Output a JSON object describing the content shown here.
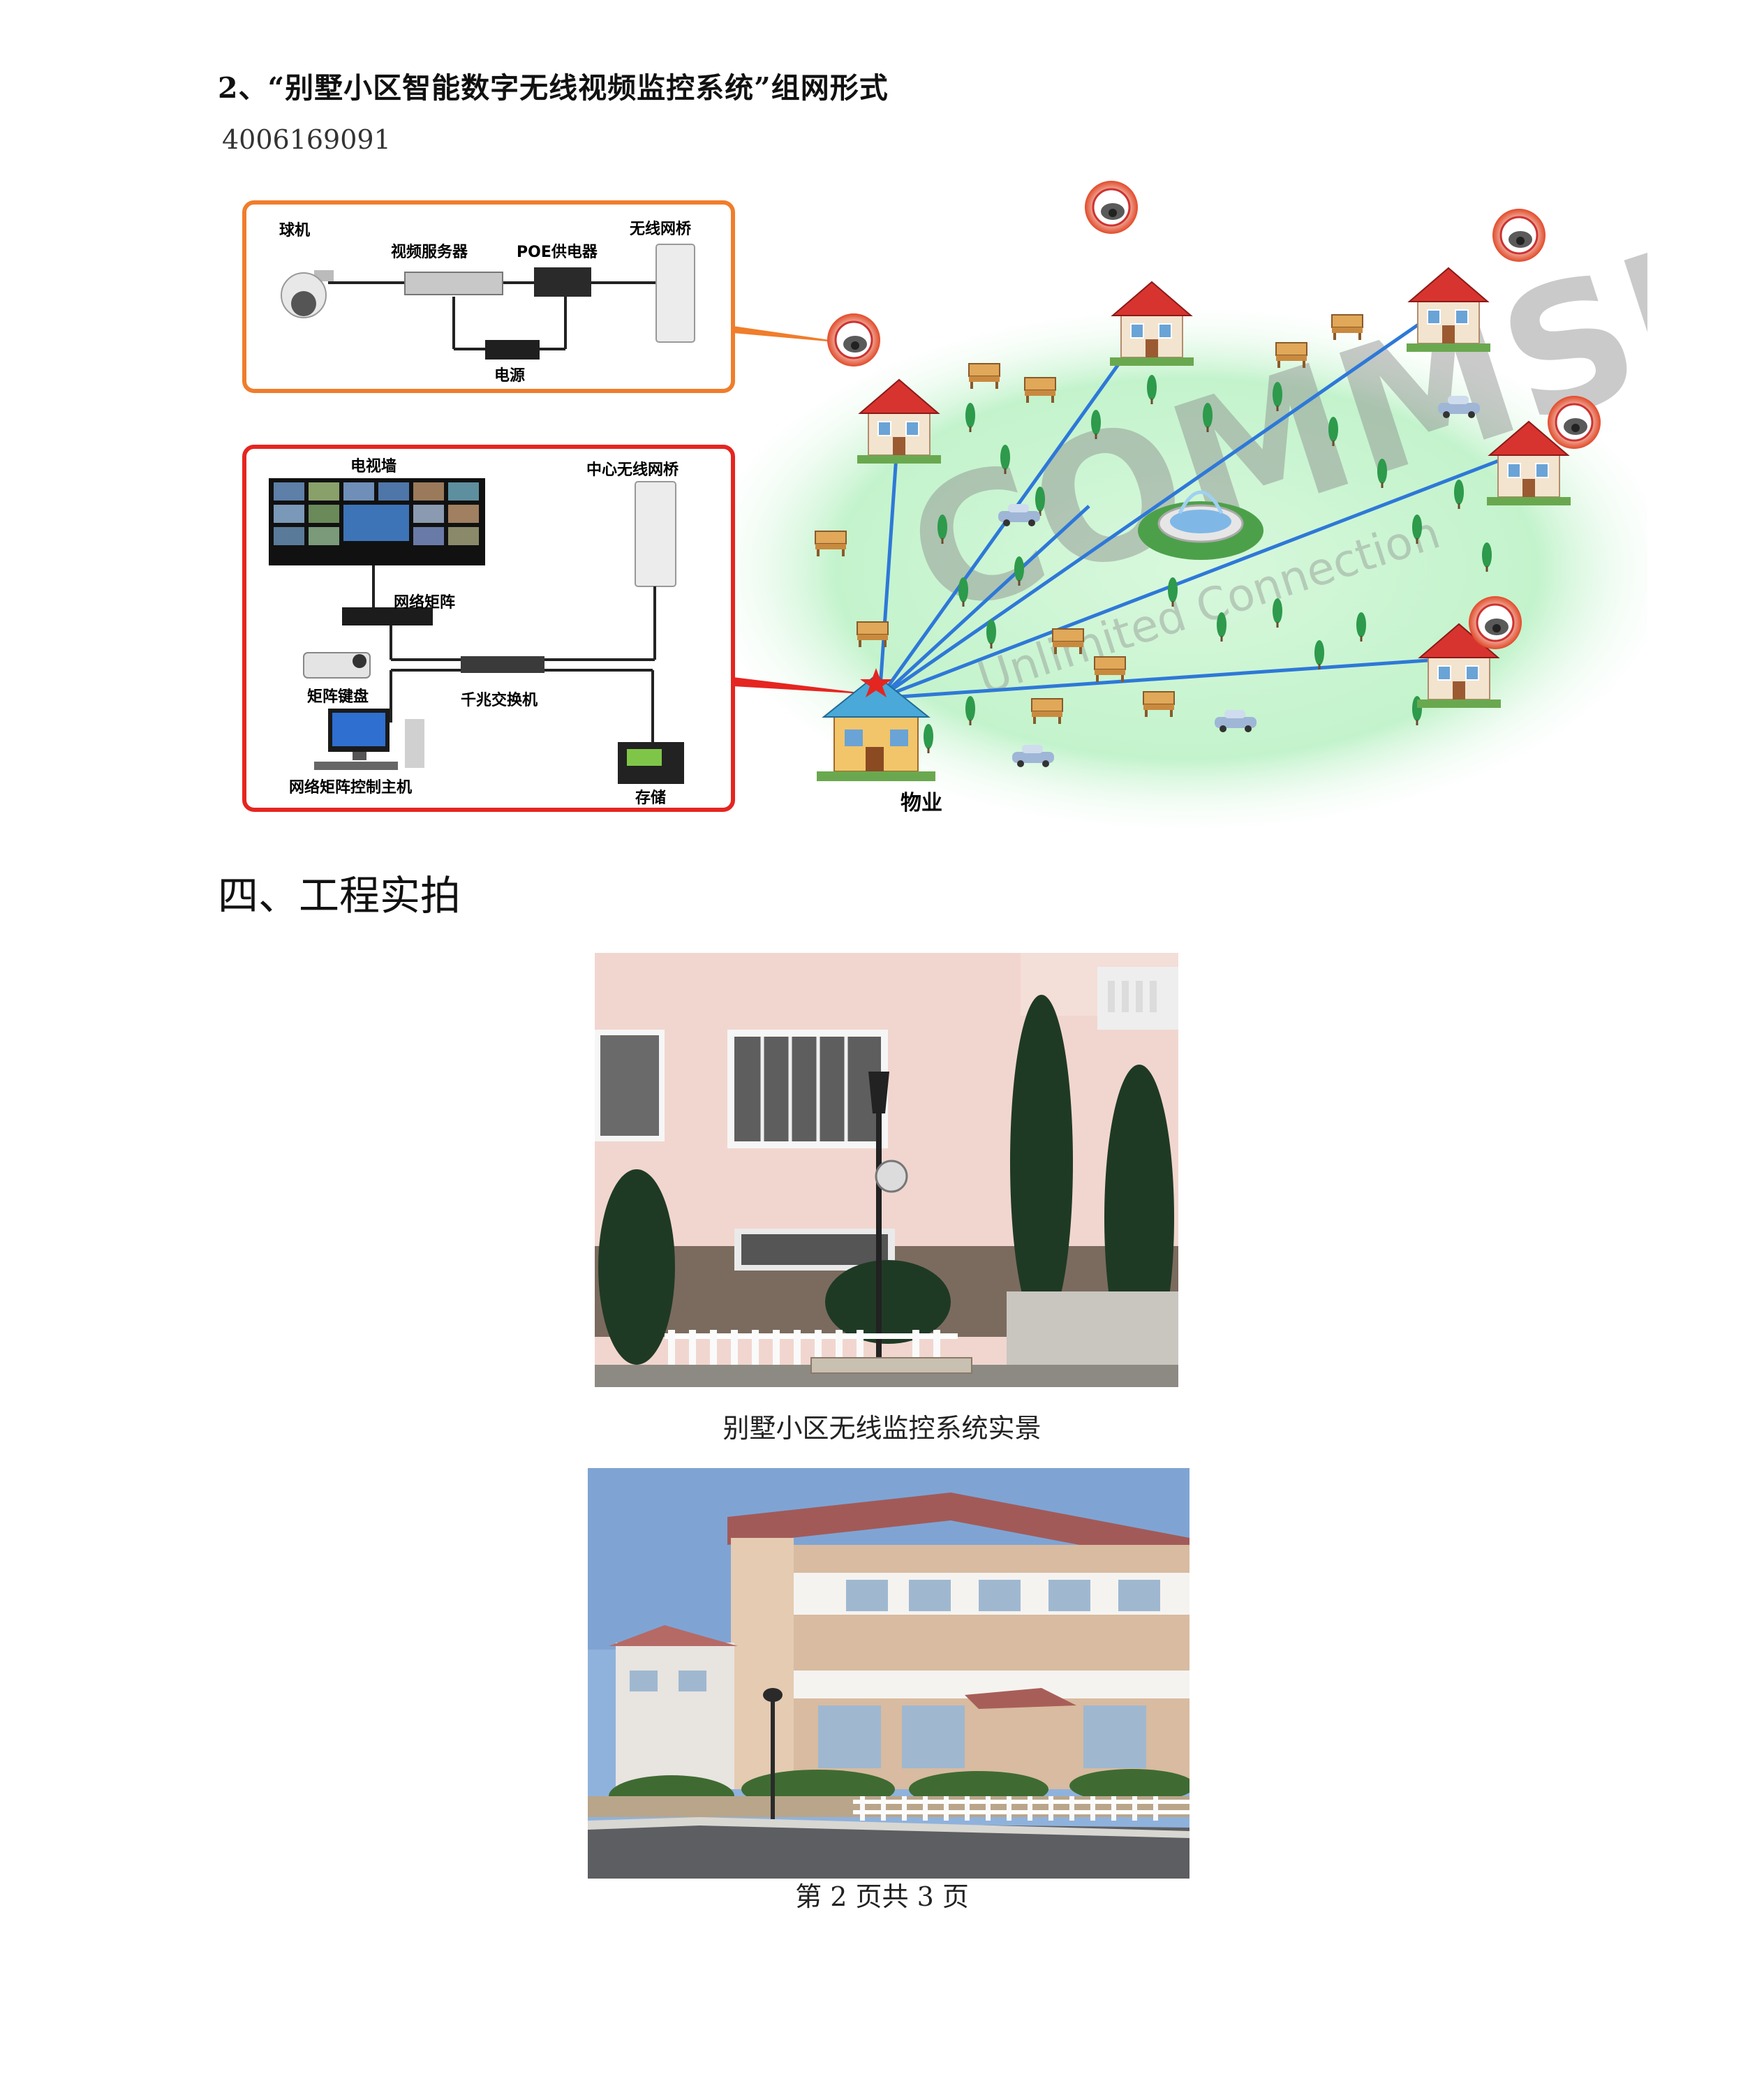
{
  "heading": "2、“别墅小区智能数字无线视频监控系统”组网形式",
  "phone": "4006169091",
  "diagram": {
    "front_end_box": {
      "dome_camera": "球机",
      "video_server": "视频服务器",
      "poe_injector": "POE供电器",
      "wireless_bridge": "无线网桥",
      "power_supply": "电源"
    },
    "center_box": {
      "tv_wall": "电视墙",
      "central_bridge": "中心无线网桥",
      "network_matrix": "网络矩阵",
      "matrix_keyboard": "矩阵键盘",
      "gigabit_switch": "千兆交换机",
      "matrix_control_host": "网络矩阵控制主机",
      "storage": "存储"
    },
    "property": "物业",
    "watermark_brand": "COMMSEN",
    "watermark_slogan": "Unlimited Connection",
    "colors": {
      "front_box": "#f07d2b",
      "center_box": "#e52520",
      "link": "#2e78d8",
      "lawn": "#b9f2c4"
    }
  },
  "section_title": "四、工程实拍",
  "photo1_caption": "别墅小区无线监控系统实景",
  "footer": "第 2 页共 3 页"
}
